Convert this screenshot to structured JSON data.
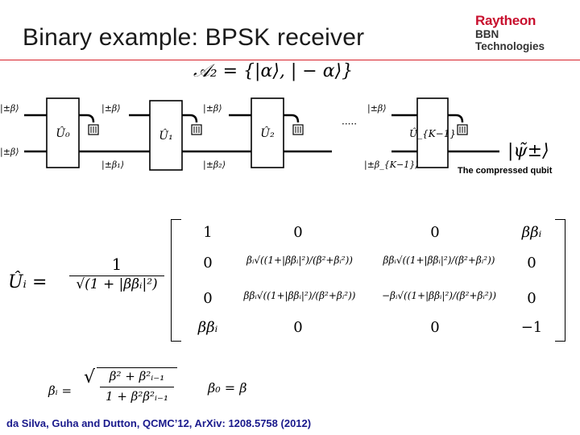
{
  "slide": {
    "title": "Binary example: BPSK receiver",
    "logo_main": "Raytheon",
    "logo_sub": "BBN Technologies",
    "set_equation": "𝒜₂ = {|α⟩, | − α⟩}",
    "compressed_label": "The compressed qubit",
    "citation": "da Silva, Guha and Dutton, QCMC’12, ArXiv: 1208.5758 (2012)"
  },
  "diagram": {
    "input_labels": [
      "|±β⟩",
      "|±β⟩"
    ],
    "gates": [
      "Û₀",
      "Û₁",
      "Û₂",
      "Û_{K−1}"
    ],
    "top_labels": [
      "|±β⟩",
      "|±β⟩",
      "|±β⟩"
    ],
    "bottom_labels": [
      "|±β₁⟩",
      "|±β₂⟩",
      "|±β_{K−1}⟩"
    ],
    "dots": "·····",
    "output_label": "|ψ̃±⟩"
  },
  "matrix_eq": {
    "lhs": "Ûᵢ =",
    "numerator": "1",
    "denominator": "√(1 + |ββᵢ|²)",
    "rows": [
      [
        "1",
        "0",
        "0",
        "ββᵢ"
      ],
      [
        "0",
        "βᵢ√((1+|ββᵢ|²)/(β²+βᵢ²))",
        "ββᵢ√((1+|ββᵢ|²)/(β²+βᵢ²))",
        "0"
      ],
      [
        "0",
        "ββᵢ√((1+|ββᵢ|²)/(β²+βᵢ²))",
        "−βᵢ√((1+|ββᵢ|²)/(β²+βᵢ²))",
        "0"
      ],
      [
        "ββᵢ",
        "0",
        "0",
        "−1"
      ]
    ]
  },
  "beta_eq": {
    "lhs": "βᵢ =",
    "numerator": "β² + β²ᵢ₋₁",
    "denominator": "1 + β²β²ᵢ₋₁",
    "beta0": "β₀ = β"
  }
}
